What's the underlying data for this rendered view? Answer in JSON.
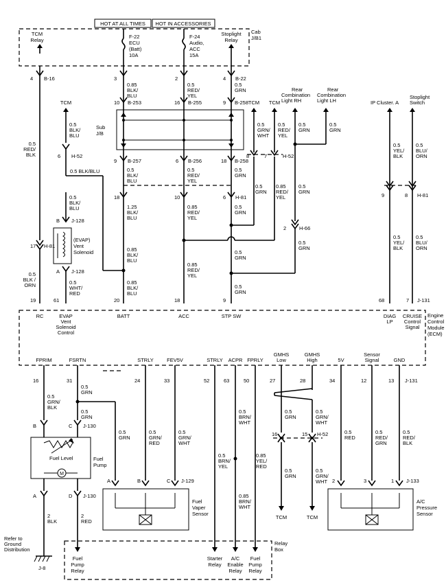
{
  "header": {
    "hot_at_all_times": "HOT AT ALL TIMES",
    "hot_in_accessories": "HOT IN ACCESSORIES"
  },
  "cab_jb": {
    "title": "Cab",
    "sub": "J/B1"
  },
  "tcm_relay": {
    "l1": "TCM",
    "l2": "Relay"
  },
  "fuse_f22": {
    "l1": "F-22",
    "l2": "ECU",
    "l3": "(Batt)",
    "l4": "10A"
  },
  "fuse_f24": {
    "l1": "F-24",
    "l2": "Audio,",
    "l3": "ACC",
    "l4": "15A"
  },
  "stoplight_relay": {
    "l1": "Stoplight",
    "l2": "Relay"
  },
  "sub_jb": {
    "l1": "Sub",
    "l2": "J/B"
  },
  "evap_solenoid": {
    "l1": "(EVAP)",
    "l2": "Vent",
    "l3": "Solenoid"
  },
  "ecm": {
    "l1": "Engine",
    "l2": "Control",
    "l3": "Module",
    "l4": "(ECM)"
  },
  "ecm_top_pins": [
    "RC",
    "EVAP",
    "BATT",
    "ACC",
    "STP SW",
    "DIAG",
    "CRUISE"
  ],
  "ecm_top_pin_sub": {
    "evap": [
      "Vent",
      "Solenoid",
      "Control"
    ],
    "diag": "LP",
    "cruise": [
      "Control",
      "Signal"
    ]
  },
  "ecm_bottom_pins": [
    "FPRIM",
    "FSRTN",
    "STRLY",
    "FEV5V",
    "STRLY",
    "ACPR",
    "FPRLY",
    "GMHS",
    "GMHS",
    "5V",
    "Sensor",
    "GND"
  ],
  "ecm_bottom_pin_sub": {
    "gmhs_low": "Low",
    "gmhs_high": "High",
    "sensor": "Signal"
  },
  "pin_numbers_top": [
    "4",
    "3",
    "2",
    "4",
    "10",
    "16",
    "9",
    "9",
    "6",
    "18",
    "18",
    "10",
    "6",
    "17",
    "61",
    "20",
    "18",
    "9",
    "68",
    "7",
    "8",
    "7",
    "6",
    "2",
    "9",
    "8"
  ],
  "pin_numbers_bottom": [
    "16",
    "31",
    "24",
    "33",
    "52",
    "63",
    "50",
    "27",
    "28",
    "34",
    "12",
    "13",
    "16",
    "15",
    "B",
    "C",
    "A",
    "B",
    "C",
    "A",
    "D",
    "2",
    "3",
    "1"
  ],
  "connectors": [
    "B-16",
    "B-22",
    "B-253",
    "B-255",
    "B-258",
    "H-52",
    "B-257",
    "B-256",
    "B-258",
    "H-81",
    "J-128",
    "J-128",
    "H-81",
    "H-66",
    "J-131",
    "H-81",
    "J-131",
    "J-130",
    "J-129",
    "H-52",
    "J-130",
    "J-133",
    "J-8"
  ],
  "wires": {
    "tcm_relay_rc": [
      "0.5",
      "RED/",
      "BLK"
    ],
    "rc_ecm": [
      "0.5",
      "BLK /",
      "ORN"
    ],
    "blk_blu_a": [
      "0.85",
      "BLK/",
      "BLU"
    ],
    "blk_blu_b": [
      "0.5",
      "BLK/",
      "BLU"
    ],
    "blk_blu_c": [
      "1.25",
      "BLK/",
      "BLU"
    ],
    "blk_blu_d": [
      "0.85",
      "BLK/",
      "BLU"
    ],
    "blk_blu_e": [
      "0.85",
      "BLK/",
      "BLU"
    ],
    "blk_blu_tcm": [
      "0.5",
      "BLK/",
      "BLU"
    ],
    "blk_blu_long": "0.5 BLK/BLU",
    "blk_blu_evap": [
      "0.5",
      "BLK/",
      "BLU"
    ],
    "wht_red": [
      "0.5",
      "WHT/",
      "RED"
    ],
    "red_yel_a": [
      "0.5",
      "RED/",
      "YEL"
    ],
    "red_yel_b": [
      "0.5",
      "RED/",
      "YEL"
    ],
    "red_yel_c": [
      "0.85",
      "RED/",
      "YEL"
    ],
    "red_yel_d": [
      "0.85",
      "RED/",
      "YEL"
    ],
    "grn_a": [
      "0.5",
      "GRN"
    ],
    "grn_b": [
      "0.5",
      "GRN"
    ],
    "grn_c": [
      "0.5",
      "GRN"
    ],
    "grn_d": [
      "0.5",
      "GRN"
    ],
    "grn_e": [
      "0.5",
      "GRN"
    ],
    "grn_f": [
      "0.5",
      "GRN"
    ],
    "grn_wht": [
      "0.5",
      "GRN/",
      "WHT"
    ],
    "red_yel_tcm": [
      "0.5",
      "RED/",
      "YEL"
    ],
    "grn_rh": [
      "0.5",
      "GRN"
    ],
    "grn_lh": [
      "0.5",
      "GRN"
    ],
    "red_yel_h52": [
      "0.85",
      "RED/",
      "YEL"
    ],
    "grn_h52": [
      "0.5",
      "GRN"
    ],
    "grn_h66": [
      "0.5",
      "GRN"
    ],
    "yel_blk_a": [
      "0.5",
      "YEL/",
      "BLK"
    ],
    "yel_blk_b": [
      "0.5",
      "YEL/",
      "BLK"
    ],
    "blu_orn_a": [
      "0.5",
      "BLU/",
      "ORN"
    ],
    "blu_orn_b": [
      "0.5",
      "BLU/",
      "ORN"
    ],
    "grn_blk": [
      "0.5",
      "GRN/",
      "BLK"
    ],
    "fsrtn_grn": [
      "0.5",
      "GRN"
    ],
    "fsrtn_grn2": [
      "0.5",
      "GRN"
    ],
    "strly_grn": [
      "0.5",
      "GRN"
    ],
    "grn_red": [
      "0.5",
      "GRN/",
      "RED"
    ],
    "grn_wht_b": [
      "0.5",
      "GRN/",
      "WHT"
    ],
    "brn_yel": [
      "0.5",
      "BRN/",
      "YEL"
    ],
    "brn_wht_a": [
      "0.5",
      "BRN/",
      "WHT"
    ],
    "brn_wht_b": [
      "0.85",
      "BRN/",
      "WHT"
    ],
    "yel_red": [
      "0.85",
      "YEL/",
      "RED"
    ],
    "gmhs_grn": [
      "0.5",
      "GRN"
    ],
    "gmhs_grn2": [
      "0.5",
      "GRN"
    ],
    "gmhs_grn_wht": [
      "0.5",
      "GRN/",
      "WHT"
    ],
    "gmhs_grn_wht2": [
      "0.5",
      "GRN/",
      "WHT"
    ],
    "red_5v": [
      "0.5",
      "RED"
    ],
    "red_grn": [
      "0.5",
      "RED/",
      "GRN"
    ],
    "red_blk": [
      "0.5",
      "RED/",
      "BLK"
    ],
    "blk_ground": [
      "2",
      "BLK"
    ],
    "red_relay": [
      "2",
      "RED"
    ]
  },
  "tcm_top": [
    "TCM",
    "TCM",
    "TCM"
  ],
  "rear_rh": {
    "l1": "Rear",
    "l2": "Combination",
    "l3": "Light RH"
  },
  "rear_lh": {
    "l1": "Rear",
    "l2": "Combination",
    "l3": "Light LH"
  },
  "ip_cluster": "IP Cluster. A",
  "stoplight_switch": {
    "l1": "Stoplight",
    "l2": "Switch"
  },
  "fuel_pump": {
    "level": "Fuel Level",
    "pump": "Fuel",
    "pump2": "Pump",
    "motor": "M"
  },
  "fuel_vaper_sensor": {
    "l1": "Fuel",
    "l2": "Vaper",
    "l3": "Sensor"
  },
  "ac_pressure_sensor": {
    "l1": "A/C",
    "l2": "Pressure",
    "l3": "Sensor"
  },
  "tcm_bottom": [
    "TCM",
    "TCM"
  ],
  "ground": {
    "l1": "Refer to",
    "l2": "Ground",
    "l3": "Distribution"
  },
  "relay_box": {
    "l1": "Relay",
    "l2": "Box"
  },
  "relay_outputs": {
    "fuel_pump_relay_1": [
      "Fuel",
      "Pump",
      "Relay"
    ],
    "starter_relay": [
      "Starter",
      "Relay"
    ],
    "ac_enable_relay": [
      "A/C",
      "Enable",
      "Relay"
    ],
    "fuel_pump_relay_2": [
      "Fuel",
      "Pump",
      "Relay"
    ]
  },
  "square_suffix": "□"
}
